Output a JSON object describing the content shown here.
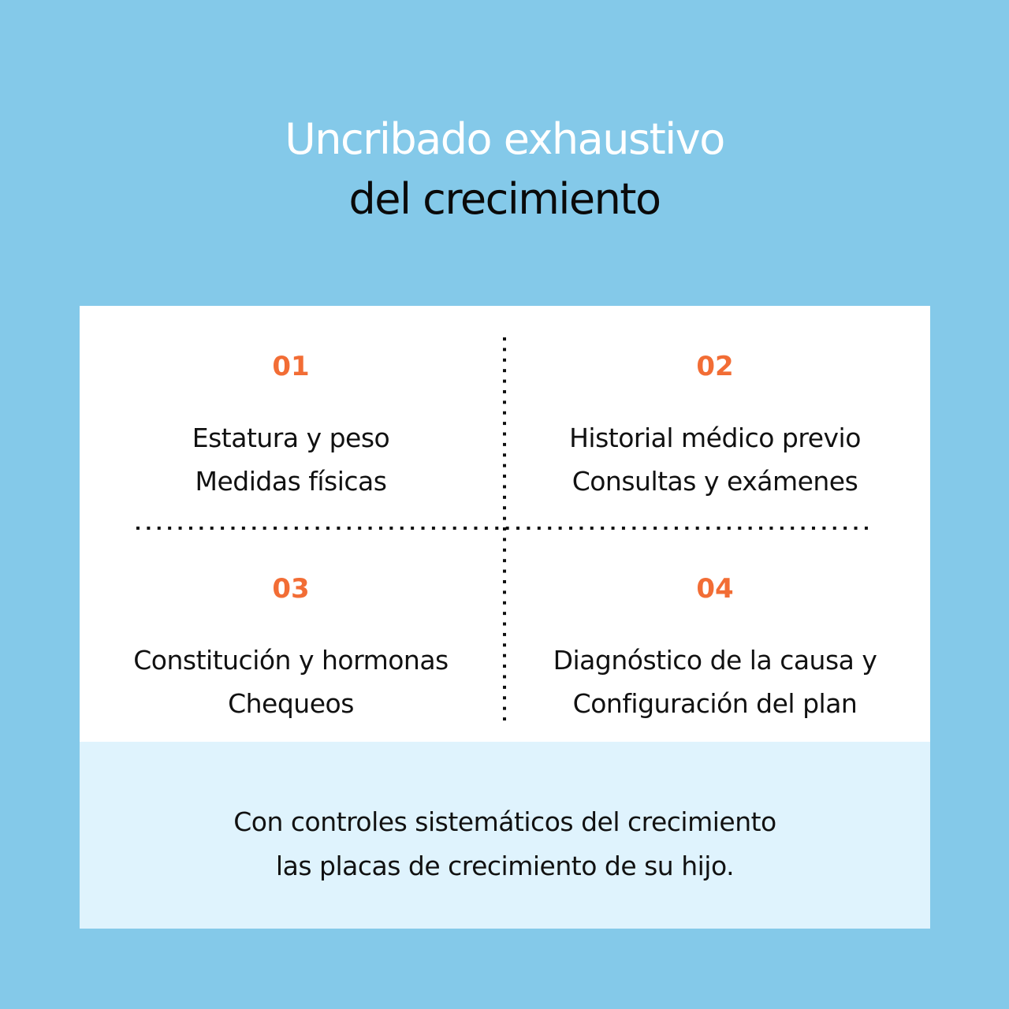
{
  "header": {
    "title_line_1": "Uncribado exhaustivo",
    "title_line_2": "del crecimiento"
  },
  "colors": {
    "background": "#84c9e9",
    "card": "#ffffff",
    "footer": "#dff3fd",
    "accent_number": "#f26d35",
    "text": "#111111",
    "title_highlight": "#ffffff"
  },
  "steps": [
    {
      "number": "01",
      "lines": [
        "Estatura y peso",
        "Medidas físicas"
      ]
    },
    {
      "number": "02",
      "lines": [
        "Historial médico previo",
        "Consultas y exámenes"
      ]
    },
    {
      "number": "03",
      "lines": [
        "Constitución y hormonas",
        "Chequeos"
      ]
    },
    {
      "number": "04",
      "lines": [
        "Diagnóstico de la causa y",
        "Configuración del plan"
      ]
    }
  ],
  "footer": {
    "line_1": "Con controles sistemáticos del crecimiento",
    "line_2": "las placas de crecimiento de su hijo."
  }
}
